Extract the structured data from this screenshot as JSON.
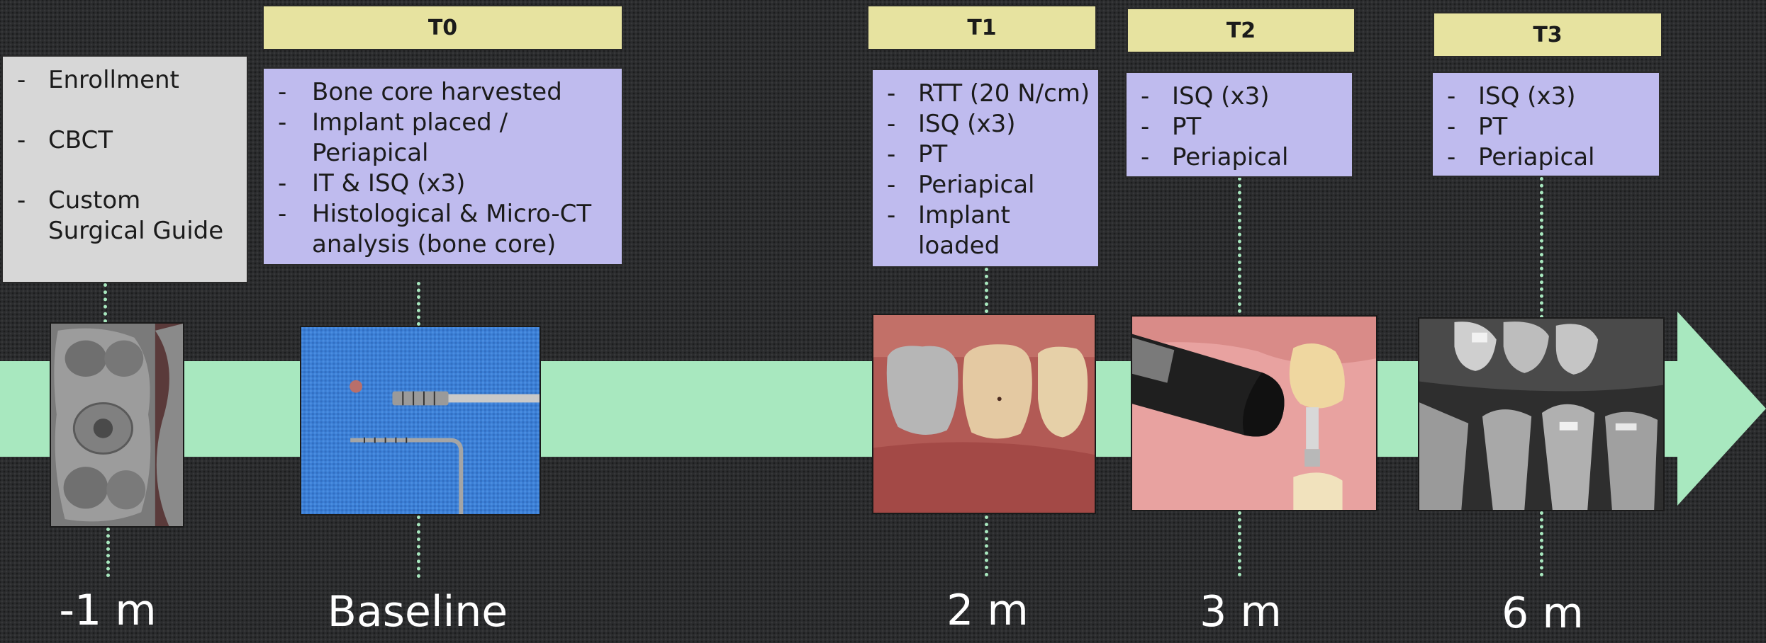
{
  "headers": {
    "t0": "T0",
    "t1": "T1",
    "t2": "T2",
    "t3": "T3"
  },
  "stages": {
    "pre": {
      "items": [
        "Enrollment",
        "CBCT",
        "Custom Surgical Guide"
      ],
      "time": "-1 m"
    },
    "t0": {
      "items": [
        "Bone core harvested",
        "Implant placed / Periapical",
        "IT & ISQ (x3)",
        "Histological & Micro-CT analysis (bone core)"
      ],
      "time": "Baseline"
    },
    "t1": {
      "items": [
        "RTT (20 N/cm)",
        "ISQ (x3)",
        "PT",
        "Periapical",
        "Implant loaded"
      ],
      "time": "2 m"
    },
    "t2": {
      "items": [
        "ISQ (x3)",
        "PT",
        "Periapical"
      ],
      "time": "3 m"
    },
    "t3": {
      "items": [
        "ISQ (x3)",
        "PT",
        "Periapical"
      ],
      "time": "6 m"
    }
  },
  "colors": {
    "timeline": "#a8e8bf",
    "header_fill": "#e7e3a0",
    "box_gray": "#d7d7d7",
    "box_purple": "#bfbbee"
  },
  "icons": {
    "pre_photo": "surgical-guide-photo",
    "t0_photo": "bone-core-probe-photo",
    "t1_photo": "intraoral-crown-photo",
    "t2_photo": "isq-measurement-photo",
    "t3_photo": "periapical-xray-photo"
  }
}
